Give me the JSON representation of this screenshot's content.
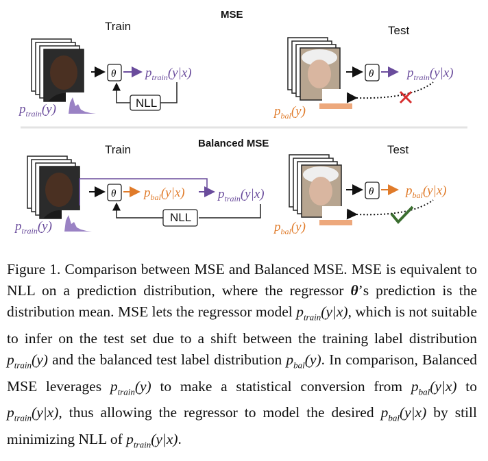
{
  "mse": {
    "title": "MSE",
    "train_label": "Train",
    "test_label": "Test",
    "theta": "θ",
    "nll": "NLL",
    "p": "p",
    "sub_train": "train",
    "sub_bal": "bal",
    "y_given_x": "(y|x)",
    "y": "(y)"
  },
  "balanced": {
    "title": "Balanced MSE",
    "train_label": "Train",
    "test_label": "Test",
    "theta": "θ",
    "nll": "NLL"
  },
  "colors": {
    "purple": "#6a4c9c",
    "orange": "#e07b2a",
    "red": "#d62d2d",
    "green": "#3b6e30"
  },
  "icons": {
    "cross": "red-cross-icon",
    "check": "green-check-icon"
  },
  "caption": {
    "figure": "Figure 1.",
    "s1": "Comparison between MSE and Balanced MSE. MSE is equivalent to NLL on a prediction distribution, where the regressor",
    "theta": "θ",
    "s2": "’s prediction is the distribution mean. MSE lets the regressor model",
    "s3": ", which is not suitable to infer on the test set due to a shift between the training label distribution",
    "s4": "and the balanced test label distribution",
    "s5": ". In comparison, Balanced MSE leverages",
    "s6": "to make a statistical conversion from",
    "s7": "to",
    "s8": ", thus allowing the regressor to model the desired",
    "s9": "by still minimizing NLL of",
    "s10": ".",
    "p_train_yx": "p",
    "train": "train",
    "bal": "bal",
    "yx": "(y|x)",
    "yy": "(y)"
  }
}
